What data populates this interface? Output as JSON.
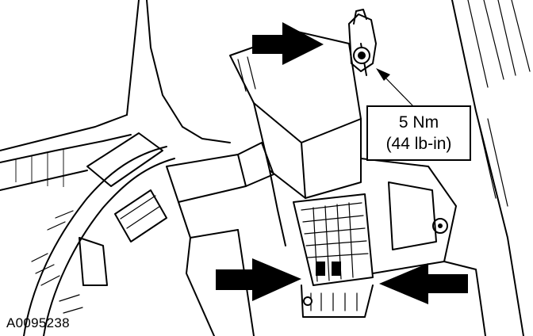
{
  "figure": {
    "code": "A0095238"
  },
  "torque_callout": {
    "metric": "5 Nm",
    "imperial": "(44 lb-in)"
  },
  "arrows": [
    {
      "name": "arrow-top-pointing-right",
      "icon": "large-black-arrow"
    },
    {
      "name": "arrow-bottom-left-pointing-right",
      "icon": "large-black-arrow"
    },
    {
      "name": "arrow-bottom-right-pointing-left",
      "icon": "large-black-arrow"
    },
    {
      "name": "leader-arrow-to-bolt",
      "icon": "thin-leader-arrow"
    }
  ],
  "colors": {
    "line": "#000000",
    "background": "#ffffff"
  }
}
